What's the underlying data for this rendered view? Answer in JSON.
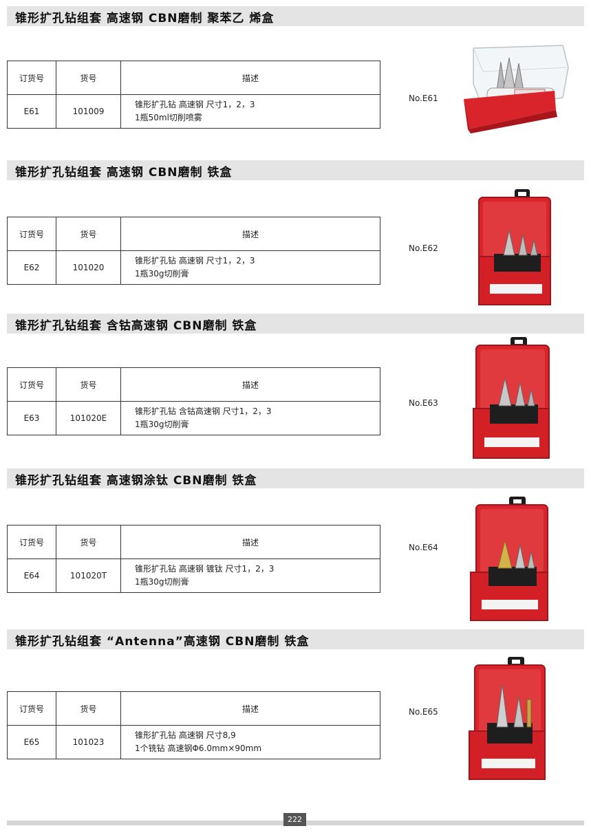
{
  "table_headers": {
    "order_no": "订货号",
    "item_no": "货号",
    "description": "描述"
  },
  "sections": [
    {
      "title": "锥形扩孔钻组套 高速钢 CBN磨制 聚苯乙 烯盒",
      "order_no": "E61",
      "item_no": "101009",
      "desc_line1": "锥形扩孔钻 高速钢 尺寸1，2，3",
      "desc_line2": "1瓶50ml切削喷雾",
      "model": "No.E61",
      "image_icon": "step-drill-set-plastic-box"
    },
    {
      "title": "锥形扩孔钻组套 高速钢 CBN磨制 铁盒",
      "order_no": "E62",
      "item_no": "101020",
      "desc_line1": "锥形扩孔钻 高速钢 尺寸1，2，3",
      "desc_line2": "1瓶30g切削膏",
      "model": "No.E62",
      "image_icon": "step-drill-set-metal-box"
    },
    {
      "title": "锥形扩孔钻组套 含钴高速钢 CBN磨制 铁盒",
      "order_no": "E63",
      "item_no": "101020E",
      "desc_line1": "锥形扩孔钻 含钴高速钢 尺寸1，2，3",
      "desc_line2": "1瓶30g切削膏",
      "model": "No.E63",
      "image_icon": "step-drill-set-metal-box"
    },
    {
      "title": "锥形扩孔钻组套 高速钢涂钛 CBN磨制 铁盒",
      "order_no": "E64",
      "item_no": "101020T",
      "desc_line1": "锥形扩孔钻 高速钢 镀钛 尺寸1，2，3",
      "desc_line2": "1瓶30g切削膏",
      "model": "No.E64",
      "image_icon": "step-drill-set-metal-box-tin"
    },
    {
      "title": "锥形扩孔钻组套 “Antenna”高速钢 CBN磨制 铁盒",
      "order_no": "E65",
      "item_no": "101023",
      "desc_line1": "锥形扩孔钻 高速钢 尺寸8,9",
      "desc_line2": "1个铣钻 高速钢Φ6.0mm×90mm",
      "model": "No.E65",
      "image_icon": "step-drill-set-metal-box"
    }
  ],
  "page_number": "222",
  "colors": {
    "title_bar": "#e4e4e4",
    "box_red": "#d9242b",
    "page_badge": "#555555"
  }
}
